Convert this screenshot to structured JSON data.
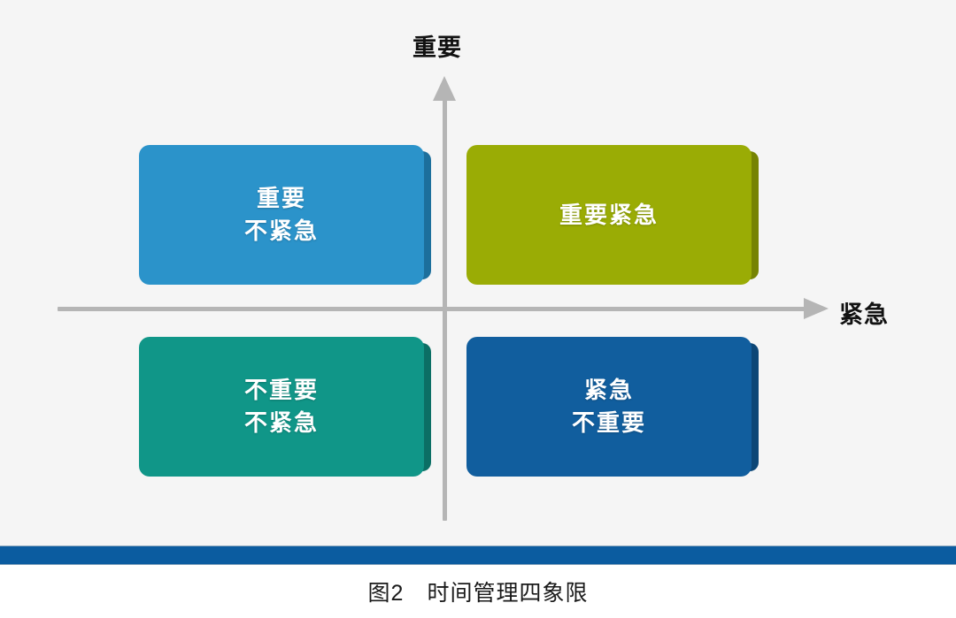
{
  "figure": {
    "caption": "图2　时间管理四象限",
    "axes": {
      "y_label": "重要",
      "x_label": "紧急",
      "y_arrow_icon": "arrow-up-icon",
      "x_arrow_icon": "arrow-right-icon",
      "axis_color": "#b5b5b5"
    },
    "background_color": "#f5f5f5",
    "accent_bar_color": "#0b5ca0"
  },
  "chart_data": {
    "type": "table",
    "title": "图2　时间管理四象限",
    "xlabel": "紧急",
    "ylabel": "重要",
    "quadrants": [
      {
        "id": "important-not-urgent",
        "position": "top-left",
        "lines": [
          "重要",
          "不紧急"
        ],
        "color": "#2b93ca",
        "shadow_color": "#1c6f9c"
      },
      {
        "id": "important-urgent",
        "position": "top-right",
        "lines": [
          "重要紧急"
        ],
        "color": "#9aac05",
        "shadow_color": "#768303"
      },
      {
        "id": "not-important-not-urgent",
        "position": "bottom-left",
        "lines": [
          "不重要",
          "不紧急"
        ],
        "color": "#109688",
        "shadow_color": "#0b6f65"
      },
      {
        "id": "urgent-not-important",
        "position": "bottom-right",
        "lines": [
          "紧急",
          "不重要"
        ],
        "color": "#115e9e",
        "shadow_color": "#0c4676"
      }
    ]
  }
}
